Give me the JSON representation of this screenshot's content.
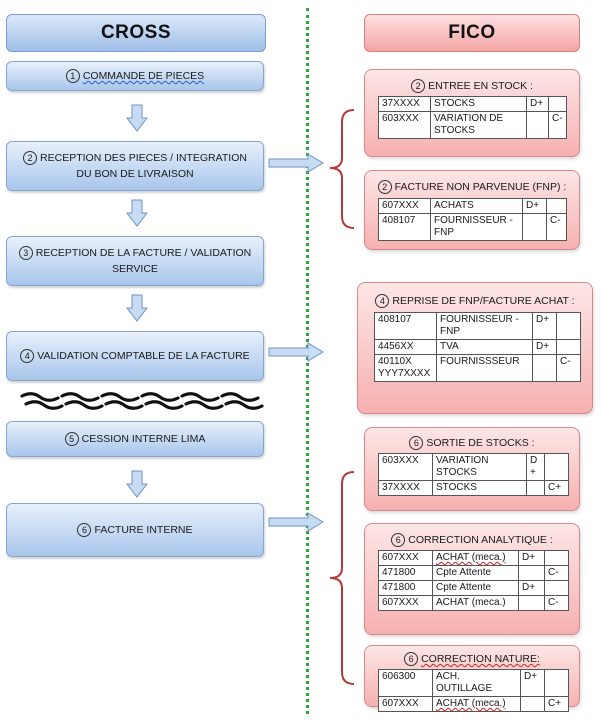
{
  "headers": {
    "cross": "CROSS",
    "fico": "FICO"
  },
  "steps": [
    {
      "num": "1",
      "label": "COMMANDE DE PIECES"
    },
    {
      "num": "2",
      "label": "RECEPTION DES PIECES / INTEGRATION DU BON DE LIVRAISON"
    },
    {
      "num": "3",
      "label": "RECEPTION DE LA FACTURE / VALIDATION SERVICE"
    },
    {
      "num": "4",
      "label": "VALIDATION COMPTABLE DE LA FACTURE"
    },
    {
      "num": "5",
      "label": "CESSION INTERNE LIMA"
    },
    {
      "num": "6",
      "label": "FACTURE INTERNE"
    }
  ],
  "fico_boxes": [
    {
      "num": "2",
      "title": "ENTREE EN STOCK :",
      "rows": [
        {
          "acct": "37XXXX",
          "label": "STOCKS",
          "d": "D+",
          "c": ""
        },
        {
          "acct": "603XXX",
          "label": "VARIATION DE STOCKS",
          "d": "",
          "c": "C-"
        }
      ]
    },
    {
      "num": "2",
      "title": "FACTURE NON PARVENUE (FNP) :",
      "rows": [
        {
          "acct": "607XXX",
          "label": "ACHATS",
          "d": "D+",
          "c": ""
        },
        {
          "acct": "408107",
          "label": "FOURNISSEUR - FNP",
          "d": "",
          "c": "C-"
        }
      ]
    },
    {
      "num": "4",
      "title": "REPRISE DE FNP/FACTURE ACHAT :",
      "rows": [
        {
          "acct": "408107",
          "label": "FOURNISSEUR - FNP",
          "d": "D+",
          "c": ""
        },
        {
          "acct": "4456XX",
          "label": "TVA",
          "d": "D+",
          "c": ""
        },
        {
          "acct": "40110X YYY7XXXX",
          "label": "FOURNISSSEUR",
          "d": "",
          "c": "C-"
        }
      ]
    },
    {
      "num": "6",
      "title": "SORTIE DE STOCKS :",
      "rows": [
        {
          "acct": "603XXX",
          "label": "VARIATION STOCKS",
          "d": "D +",
          "c": ""
        },
        {
          "acct": "37XXXX",
          "label": "STOCKS",
          "d": "",
          "c": "C+"
        }
      ]
    },
    {
      "num": "6",
      "title": "CORRECTION ANALYTIQUE :",
      "rows": [
        {
          "acct": "607XXX",
          "label": "ACHAT (meca.)",
          "d": "D+",
          "c": ""
        },
        {
          "acct": "471800",
          "label": "Cpte Attente",
          "d": "",
          "c": "C-"
        },
        {
          "acct": "471800",
          "label": "Cpte Attente",
          "d": "D+",
          "c": ""
        },
        {
          "acct": "607XXX",
          "label": "ACHAT (meca.)",
          "d": "",
          "c": "C-"
        }
      ]
    },
    {
      "num": "6",
      "title": "CORRECTION NATURE:",
      "rows": [
        {
          "acct": "606300",
          "label": "ACH. OUTILLAGE",
          "d": "D+",
          "c": ""
        },
        {
          "acct": "607XXX",
          "label": "ACHAT (meca.)",
          "d": "",
          "c": "C+"
        }
      ]
    }
  ],
  "colors": {
    "cross_fill": "#a8c6ec",
    "fico_fill": "#f6b0b0",
    "bracket": "#b33a3a",
    "divider": "#2aa63a"
  }
}
